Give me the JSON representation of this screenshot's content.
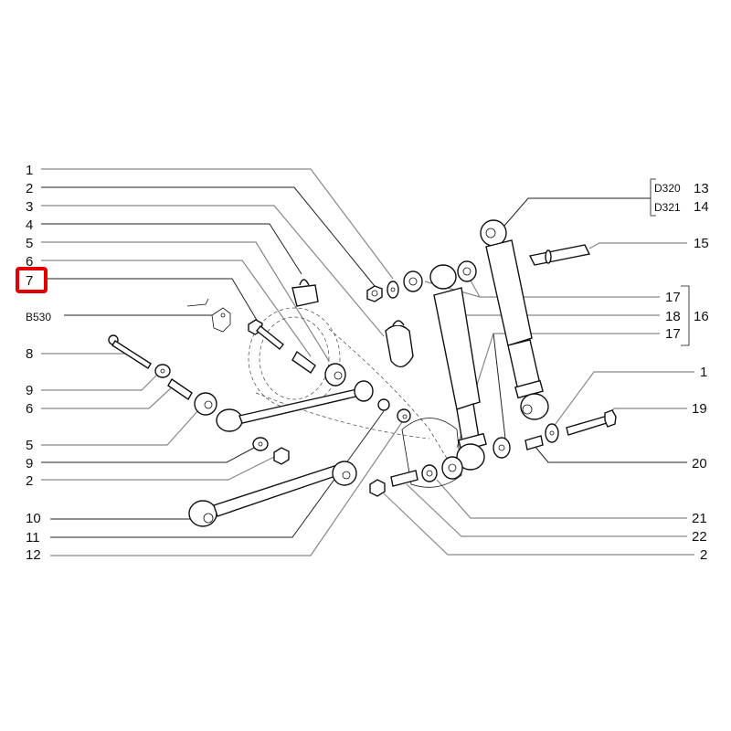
{
  "diagram": {
    "highlight_color": "#e00000",
    "highlighted_label": "7",
    "left_labels": [
      "1",
      "2",
      "3",
      "4",
      "5",
      "6",
      "7",
      "B530",
      "8",
      "9",
      "6",
      "5",
      "9",
      "2",
      "10",
      "11",
      "12"
    ],
    "right_labels": {
      "ref_13": "D320",
      "num_13": "13",
      "ref_14": "D321",
      "num_14": "14",
      "num_15": "15",
      "num_17a": "17",
      "num_18": "18",
      "num_17b": "17",
      "num_16": "16",
      "num_1": "1",
      "num_19": "19",
      "num_20": "20",
      "num_21": "21",
      "num_22": "22",
      "num_2": "2"
    }
  }
}
